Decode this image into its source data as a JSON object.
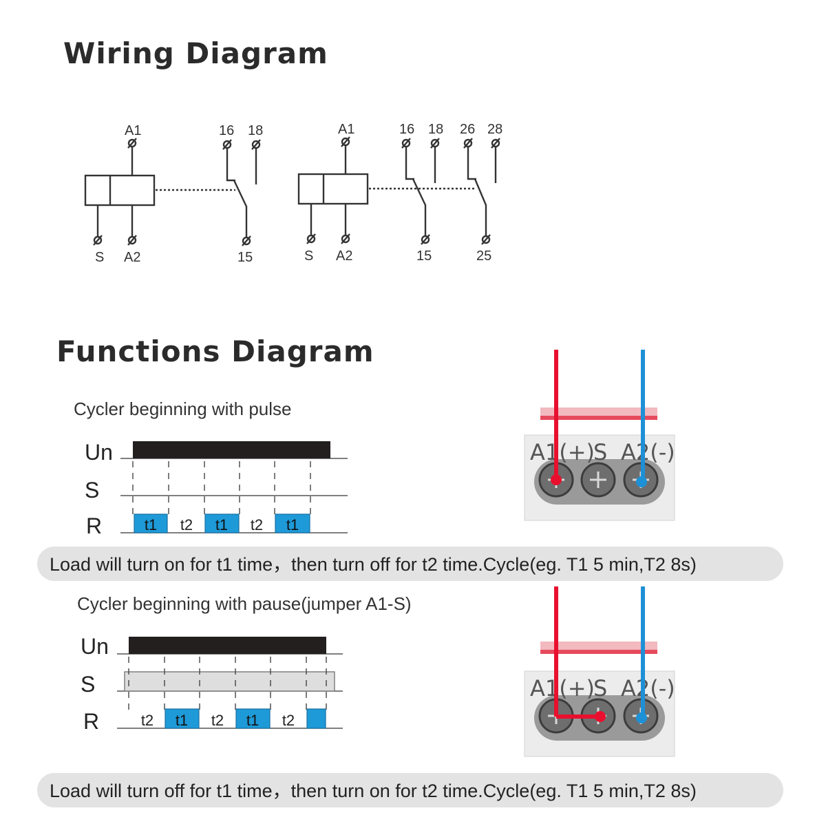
{
  "wiring": {
    "title": "Wiring Diagram",
    "left": {
      "coil_top": "A1",
      "coil_bottom_left": "S",
      "coil_bottom_right": "A2",
      "contact_no": "16",
      "contact_nc": "18",
      "contact_common": "15"
    },
    "right": {
      "coil_top": "A1",
      "coil_bottom_left": "S",
      "coil_bottom_right": "A2",
      "c1_no": "16",
      "c1_nc": "18",
      "c1_common": "15",
      "c2_no": "26",
      "c2_nc": "28",
      "c2_common": "25"
    }
  },
  "functions": {
    "title": "Functions Diagram",
    "pulse": {
      "title": "Cycler beginning with pulse",
      "sig_un": "Un",
      "sig_s": "S",
      "sig_r": "R",
      "segments": [
        "t1",
        "t2",
        "t1",
        "t2",
        "t1"
      ],
      "note": "Load will turn on for t1 time，then turn off for t2 time.Cycle(eg. T1 5 min,T2 8s)"
    },
    "pause": {
      "title": "Cycler beginning with pause(jumper A1-S)",
      "sig_un": "Un",
      "sig_s": "S",
      "sig_r": "R",
      "segments": [
        "t2",
        "t1",
        "t2",
        "t1",
        "t2"
      ],
      "note": "Load will turn off for t1 time，then turn on for t2 time.Cycle(eg. T1 5 min,T2 8s)"
    },
    "terminal_block": {
      "label_a1": "A1(+)",
      "label_s": "S",
      "label_a2": "A2(-)"
    }
  },
  "colors": {
    "positive_wire": "#e8102e",
    "negative_wire": "#1e90d6",
    "pulse_fill": "#1e9ad8",
    "bar_dark": "#231f1f",
    "note_bg": "#e3e3e3"
  }
}
